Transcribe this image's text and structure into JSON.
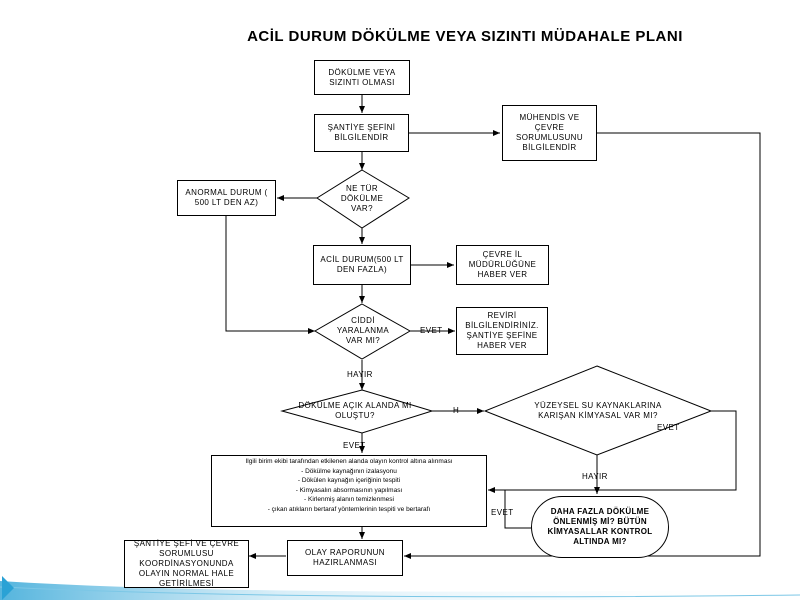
{
  "title": "ACİL DURUM DÖKÜLME VEYA SIZINTI MÜDAHALE PLANI",
  "nodes": {
    "start": "DÖKÜLME VEYA SIZINTI OLMASI",
    "site_chief": "ŞANTİYE ŞEFİNİ BİLGİLENDİR",
    "engineer": "MÜHENDİS VE ÇEVRE SORUMLUSUNU BİLGİLENDİR",
    "spill_type": "NE TÜR DÖKÜLME VAR?",
    "abnormal": "ANORMAL DURUM ( 500 LT DEN AZ)",
    "emergency": "ACİL DURUM(500 LT DEN FAZLA)",
    "environment_office": "ÇEVRE İL MÜDÜRLÜĞÜNE HABER VER",
    "injury": "CİDDİ YARALANMA VAR MI?",
    "infirmary": "REVİRİ BİLGİLENDİRİNİZ. ŞANTİYE ŞEFİNE HABER VER",
    "open_area": "DÖKÜLME AÇIK ALANDA MI OLUŞTU?",
    "surface_water": "YÜZEYSEL SU KAYNAKLARINA KARIŞAN KİMYASAL VAR MI?",
    "more_spill": "DAHA FAZLA DÖKÜLME ÖNLENMİŞ Mİ? BÜTÜN KİMYASALLAR KONTROL ALTINDA MI?",
    "report": "OLAY RAPORUNUN HAZIRLANMASI",
    "coordination": "ŞANTİYE ŞEFİ VE ÇEVRE SORUMLUSU KOORDİNASYONUNDA OLAYIN NORMAL HALE GETİRİLMESİ"
  },
  "actions": [
    "Ilgili birim ekibi tarafından etkilenen alanda olayın kontrol altına alınması",
    "- Dökülme kaynağının izalasyonu",
    "- Dökülen kaynağın içeriğinin tespiti",
    "- Kimyasalın absormasının yapılması",
    "- Kirlenmiş alanın temizlenmesi",
    "- çıkan atıkların bertaraf yöntemlerinin tespiti ve bertarafı"
  ],
  "labels": {
    "evet": "EVET",
    "hayir": "HAYIR",
    "h": "H"
  },
  "colors": {
    "line": "#000000",
    "accent": "#2aa2d5"
  }
}
